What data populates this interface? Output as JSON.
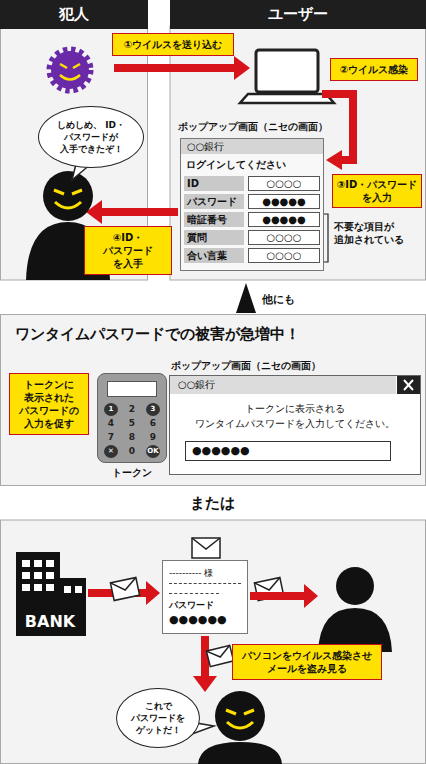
{
  "diagram": {
    "nodes": [
      {
        "text": [
          "犯人"
        ]
      },
      {
        "text": [
          "ユーザー"
        ]
      },
      {
        "text": [
          "①ウイルスを送り込む"
        ]
      },
      {
        "text": [
          "②ウイルス感染"
        ]
      },
      {
        "text": [
          "しめしめ、 ID・パスワードが 入手できたぞ！"
        ]
      },
      {
        "text": [
          "ポップアップ画面（ニセの画面）",
          "○○銀行",
          "ログインしてください",
          "ID",
          "○○○○",
          "パスワード",
          "●●●●●",
          "暗証番号",
          "●●●●●",
          "質問",
          "○○○○",
          "合い言葉",
          "○○○○"
        ]
      },
      {
        "text": [
          "③ID・パスワード を入力"
        ]
      },
      {
        "text": [
          "④ID・パスワード を入手"
        ]
      },
      {
        "text": [
          "ワンタイムパスワードでの被害が急増中！"
        ]
      },
      {
        "text": [
          "トークンに 表示された パスワードの 入力を促す"
        ],
        "in": 8
      },
      {
        "text": [
          "トークン",
          "1",
          "2",
          "3",
          "4",
          "5",
          "6",
          "7",
          "8",
          "9",
          "✕",
          "0",
          "OK"
        ],
        "in": 8
      },
      {
        "text": [
          "ポップアップ画面（ニセの画面）",
          "○○銀行",
          "トークンに表示される ワンタイムパスワードを入力してください。",
          "●●●●●●"
        ],
        "in": 8
      },
      {
        "text": [
          "BANK"
        ]
      },
      {
        "text": [
          "---------- 様",
          "パスワード",
          "●●●●●●"
        ]
      },
      {
        "text": [
          "パソコンをウイルス感染させ メールを盗み見る"
        ]
      },
      {
        "text": [
          "これで パスワードを ゲットだ！"
        ]
      }
    ],
    "edges": [
      {
        "from": 12,
        "to": 13,
        "arrow": "to"
      }
    ],
    "labels": [
      "不要な項目が 追加されている",
      "他にも",
      "または"
    ]
  }
}
